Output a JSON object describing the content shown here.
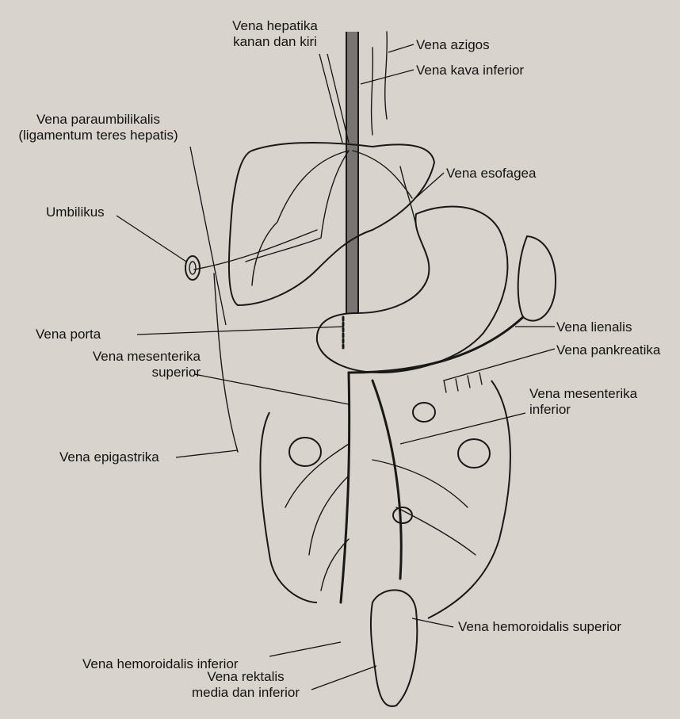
{
  "labels": {
    "hepatika": [
      "Vena hepatika",
      "kanan dan kiri"
    ],
    "azigos": "Vena azigos",
    "kava": "Vena kava inferior",
    "paraumbilikalis": [
      "Vena paraumbilikalis",
      "(ligamentum teres hepatis)"
    ],
    "esofagea": "Vena esofagea",
    "umbilikus": "Umbilikus",
    "lienalis": "Vena lienalis",
    "porta": "Vena porta",
    "pankreatika": "Vena pankreatika",
    "mes_sup": [
      "Vena mesenterika",
      "superior"
    ],
    "mes_inf": [
      "Vena mesenterika",
      "inferior"
    ],
    "epigastrika": "Vena epigastrika",
    "hem_sup": "Vena hemoroidalis superior",
    "hem_inf": "Vena hemoroidalis inferior",
    "rektalis": [
      "Vena rektalis",
      "media dan inferior"
    ]
  },
  "colors": {
    "paper": "#d9d3cd",
    "ink": "#1a1817"
  }
}
